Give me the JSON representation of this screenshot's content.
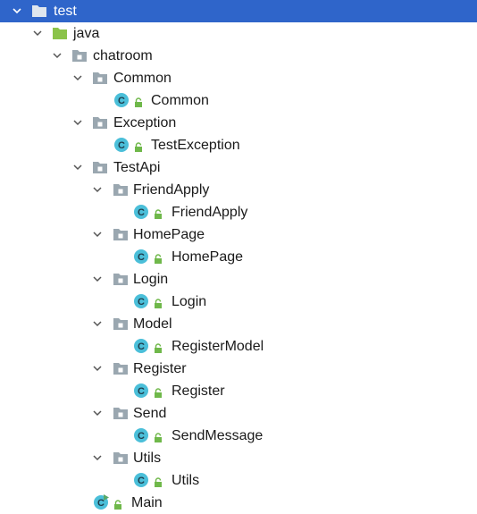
{
  "project_tree": {
    "root": {
      "label": "test",
      "icon": "folder-icon",
      "expanded": true
    },
    "java": {
      "label": "java",
      "icon": "source-folder-icon",
      "expanded": true
    },
    "chatroom": {
      "label": "chatroom",
      "icon": "package-icon",
      "expanded": true
    },
    "common_pkg": {
      "label": "Common",
      "icon": "package-icon",
      "expanded": true
    },
    "common_class": {
      "label": "Common",
      "icon": "class-icon"
    },
    "exception_pkg": {
      "label": "Exception",
      "icon": "package-icon",
      "expanded": true
    },
    "exception_class": {
      "label": "TestException",
      "icon": "class-icon"
    },
    "testapi_pkg": {
      "label": "TestApi",
      "icon": "package-icon",
      "expanded": true
    },
    "friendapply_pkg": {
      "label": "FriendApply",
      "icon": "package-icon",
      "expanded": true
    },
    "friendapply_class": {
      "label": "FriendApply",
      "icon": "class-icon"
    },
    "homepage_pkg": {
      "label": "HomePage",
      "icon": "package-icon",
      "expanded": true
    },
    "homepage_class": {
      "label": "HomePage",
      "icon": "class-icon"
    },
    "login_pkg": {
      "label": "Login",
      "icon": "package-icon",
      "expanded": true
    },
    "login_class": {
      "label": "Login",
      "icon": "class-icon"
    },
    "model_pkg": {
      "label": "Model",
      "icon": "package-icon",
      "expanded": true
    },
    "model_class": {
      "label": "RegisterModel",
      "icon": "class-icon"
    },
    "register_pkg": {
      "label": "Register",
      "icon": "package-icon",
      "expanded": true
    },
    "register_class": {
      "label": "Register",
      "icon": "class-icon"
    },
    "send_pkg": {
      "label": "Send",
      "icon": "package-icon",
      "expanded": true
    },
    "send_class": {
      "label": "SendMessage",
      "icon": "class-icon"
    },
    "utils_pkg": {
      "label": "Utils",
      "icon": "package-icon",
      "expanded": true
    },
    "utils_class": {
      "label": "Utils",
      "icon": "class-icon"
    },
    "main_class": {
      "label": "Main",
      "icon": "runnable-class-icon"
    }
  },
  "colors": {
    "selection": "#2f65ca",
    "folder_gray": "#9aa7b0",
    "source_folder_green": "#8bc34a",
    "class_teal": "#4bbfd9",
    "lock_green": "#6fb84a",
    "run_green": "#59a869"
  }
}
